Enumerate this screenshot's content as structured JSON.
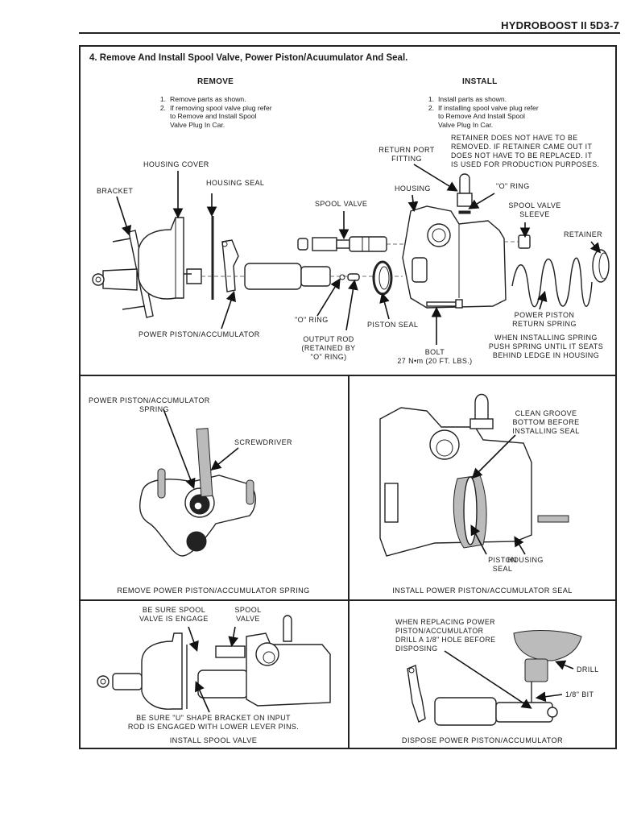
{
  "header": {
    "title": "HYDROBOOST II 5D3-7"
  },
  "step": {
    "title": "4. Remove And Install Spool Valve, Power Piston/Acuumulator And Seal.",
    "remove": {
      "heading": "REMOVE",
      "items": [
        {
          "num": "1.",
          "text": "Remove parts as shown."
        },
        {
          "num": "2.",
          "text": "If removing spool valve plug refer to Remove and Install Spool Valve Plug In Car."
        }
      ]
    },
    "install": {
      "heading": "INSTALL",
      "items": [
        {
          "num": "1.",
          "text": "Install parts as shown."
        },
        {
          "num": "2.",
          "text": "If installing spool valve plug refer to Remove And Install Spool Valve Plug In Car."
        }
      ]
    }
  },
  "main_diagram": {
    "labels": {
      "housing_cover": "HOUSING COVER",
      "housing_seal": "HOUSING SEAL",
      "bracket": "BRACKET",
      "spool_valve": "SPOOL VALVE",
      "power_piston_accumulator": "POWER PISTON/ACCUMULATOR",
      "o_ring_left": "\"O\" RING",
      "output_rod": [
        "OUTPUT ROD",
        "(RETAINED BY",
        "\"O\" RING)"
      ],
      "piston_seal": "PISTON SEAL",
      "bolt": [
        "BOLT",
        "27 N•m (20 FT. LBS.)"
      ],
      "return_port_fitting": [
        "RETURN PORT",
        "FITTING"
      ],
      "housing": "HOUSING",
      "o_ring_right": "\"O\" RING",
      "retainer_note": [
        "RETAINER DOES NOT HAVE TO BE",
        "REMOVED. IF RETAINER CAME OUT IT",
        "DOES NOT HAVE TO BE REPLACED. IT",
        "IS USED FOR PRODUCTION PURPOSES."
      ],
      "spool_valve_sleeve": [
        "SPOOL VALVE",
        "SLEEVE"
      ],
      "retainer": "RETAINER",
      "power_piston_return_spring": [
        "POWER PISTON",
        "RETURN SPRING"
      ],
      "spring_note": [
        "WHEN INSTALLING SPRING",
        "PUSH SPRING UNTIL IT SEATS",
        "BEHIND LEDGE IN HOUSING"
      ]
    }
  },
  "panels": {
    "remove_spring": {
      "caption": "REMOVE POWER PISTON/ACCUMULATOR SPRING",
      "labels": {
        "spring": [
          "POWER PISTON/ACCUMULATOR",
          "SPRING"
        ],
        "screwdriver": "SCREWDRIVER"
      }
    },
    "install_seal": {
      "caption": "INSTALL POWER PISTON/ACCUMULATOR SEAL",
      "labels": {
        "clean_groove": [
          "CLEAN GROOVE",
          "BOTTOM BEFORE",
          "INSTALLING SEAL"
        ],
        "piston_seal": [
          "PISTON",
          "SEAL"
        ],
        "housing": "HOUSING"
      }
    },
    "install_spool": {
      "caption": "INSTALL SPOOL VALVE",
      "labels": {
        "be_sure_spool": [
          "BE SURE SPOOL",
          "VALVE IS ENGAGE"
        ],
        "spool_valve": [
          "SPOOL",
          "VALVE"
        ],
        "u_bracket_note": [
          "BE SURE \"U\" SHAPE BRACKET ON INPUT",
          "ROD IS ENGAGED WITH LOWER LEVER PINS."
        ]
      }
    },
    "dispose": {
      "caption": "DISPOSE POWER PISTON/ACCUMULATOR",
      "labels": {
        "note": [
          "WHEN REPLACING POWER",
          "PISTON/ACCUMULATOR",
          "DRILL A 1/8\" HOLE BEFORE",
          "DISPOSING"
        ],
        "drill": "DRILL",
        "bit": "1/8\" BIT"
      }
    }
  }
}
